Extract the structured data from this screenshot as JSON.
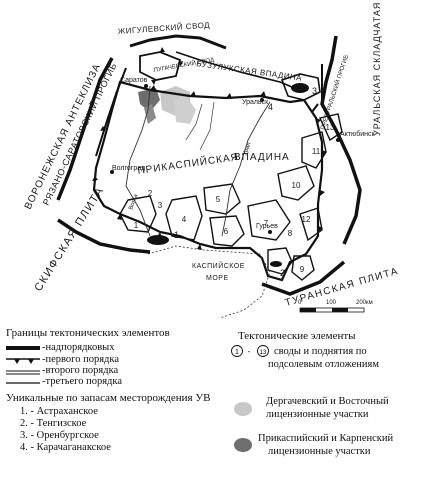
{
  "map": {
    "regions": {
      "caspian_depression": "ПРИКАСПИЙСКАЯ ВПАДИНА",
      "buzuluk_depression": "БУЗУЛУКСКАЯ ВПАДИНА",
      "zhiguli_arch": "ЖИГУЛЕВСКИЙ СВОД",
      "pugachev_arch": "ПУГАЧЕВСКИЙ СВОД",
      "voronezh_anteclise": "ВОРОНЕЖСКАЯ АНТЕКЛИЗА",
      "ryazan_saratov_trough": "РЯЗАНО-САРАТОВСКИЙ ПРОГИБ",
      "scythian_plate": "СКИФСКАЯ ПЛИТА",
      "turan_plate": "ТУРАНСКАЯ ПЛИТА",
      "ural_system": "УРАЛЬСКАЯ СКЛАДЧАТАЯ СИСТЕМА",
      "caspian_sea": "КАСПИЙСКОЕ МОРЕ",
      "preural_trough": "ПРЕДУРАЛЬСКИЙ ПРОГИБ"
    },
    "cities": [
      "Саратов",
      "Уральск",
      "Актюбинск",
      "Волгоград",
      "Гурьев"
    ],
    "rivers": [
      "Волга",
      "Урал"
    ],
    "uplift_numbers": [
      "1",
      "2",
      "3",
      "4",
      "5",
      "6",
      "7",
      "8",
      "9",
      "10",
      "11",
      "12",
      "13"
    ],
    "field_markers": [
      "1",
      "2",
      "3",
      "4"
    ],
    "scale": {
      "ticks": [
        "0",
        "100",
        "200км"
      ]
    }
  },
  "legend": {
    "boundaries_title": "Границы тектонических элементов",
    "boundaries": [
      "-надпорядковых",
      "-первого порядка",
      "-второго порядка",
      "-третьего порядка"
    ],
    "fields_title": "Уникальные по запасам месторождения УВ",
    "fields": [
      "1. - Астраханское",
      "2. - Тенгизское",
      "3. - Оренбургское",
      "4. - Карачаганакское"
    ],
    "elements_title": "Тектонические элементы",
    "uplift_range_start": "1",
    "uplift_range_sep": "-",
    "uplift_range_end": "13",
    "uplift_desc_line1": "своды и поднятия по",
    "uplift_desc_line2": "подсолевым отложениям",
    "light_area_line1": "Дергачевский и Восточный",
    "light_area_line2": "лицензионные участки",
    "dark_area_line1": "Прикаспийский и Карпенский",
    "dark_area_line2": "лицензионные участки"
  },
  "colors": {
    "light_license": "#c8c8c8",
    "dark_license": "#6e6e6e",
    "ink": "#111111"
  }
}
